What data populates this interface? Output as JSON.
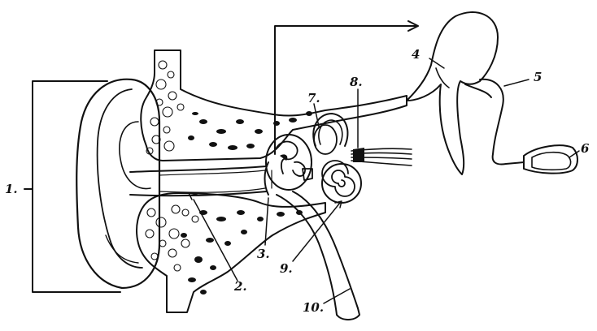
{
  "diagram": {
    "labels": [
      "1.",
      "2.",
      "3.",
      "4",
      "5",
      "6",
      "7.",
      "8.",
      "9.",
      "10."
    ]
  }
}
